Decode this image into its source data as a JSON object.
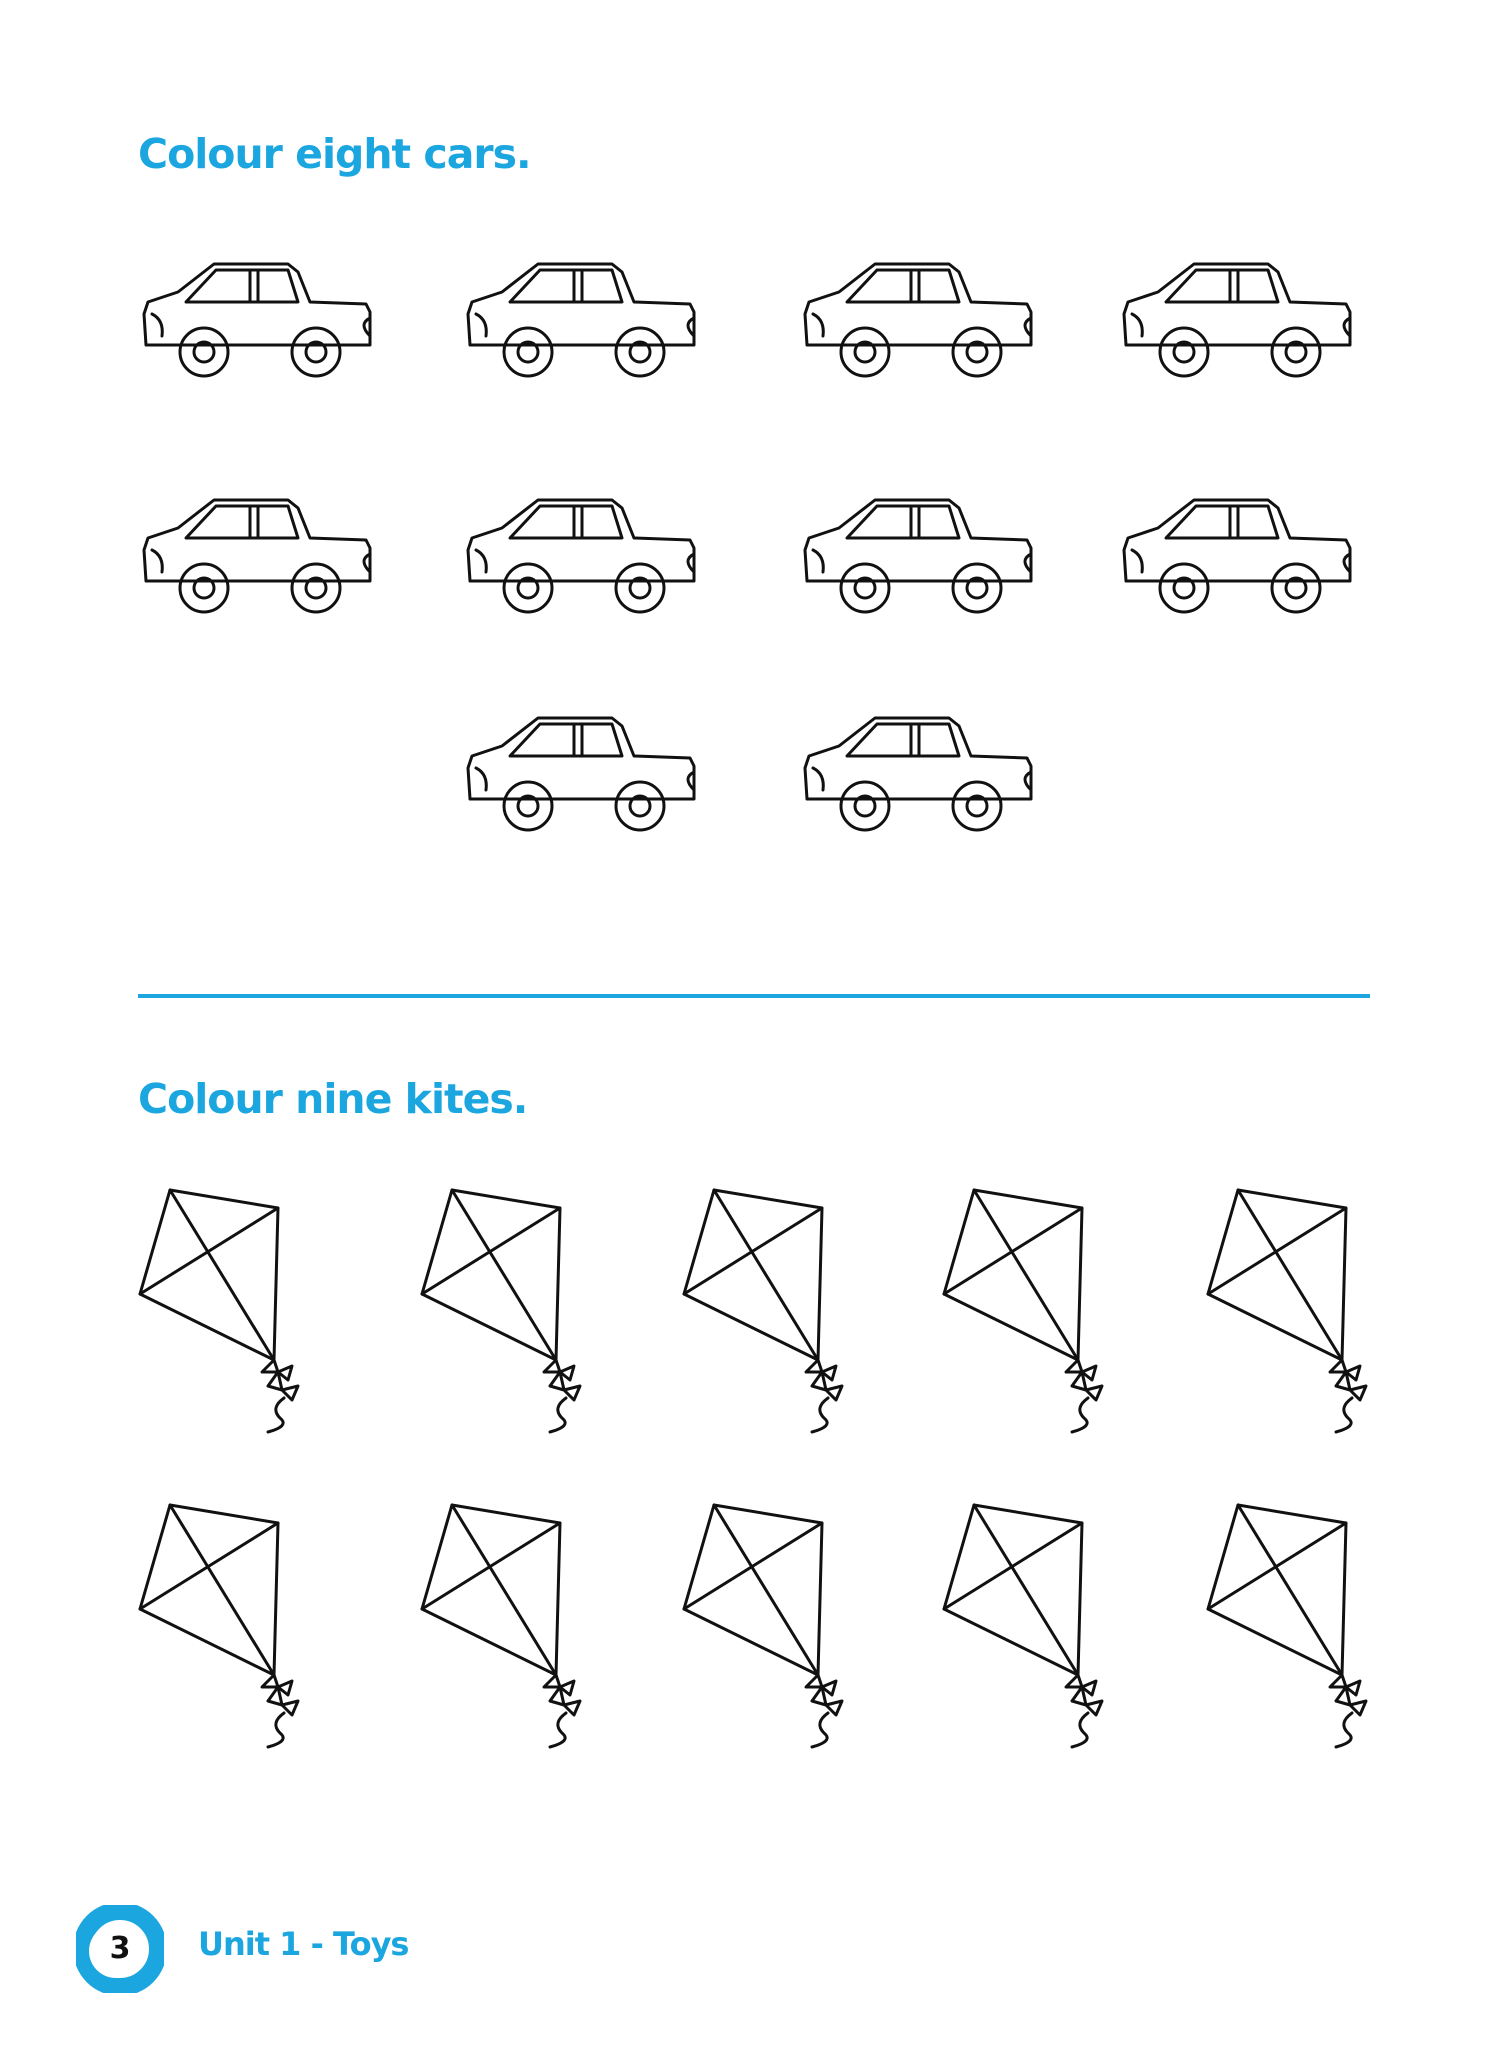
{
  "colors": {
    "accent": "#1BA6E0",
    "line": "#111111"
  },
  "sections": [
    {
      "heading": "Colour eight cars.",
      "item": "car-icon",
      "count": 10
    },
    {
      "heading": "Colour nine kites.",
      "item": "kite-icon",
      "count": 10
    }
  ],
  "footer": {
    "page_number": "3",
    "unit_title": "Unit 1 - Toys"
  }
}
